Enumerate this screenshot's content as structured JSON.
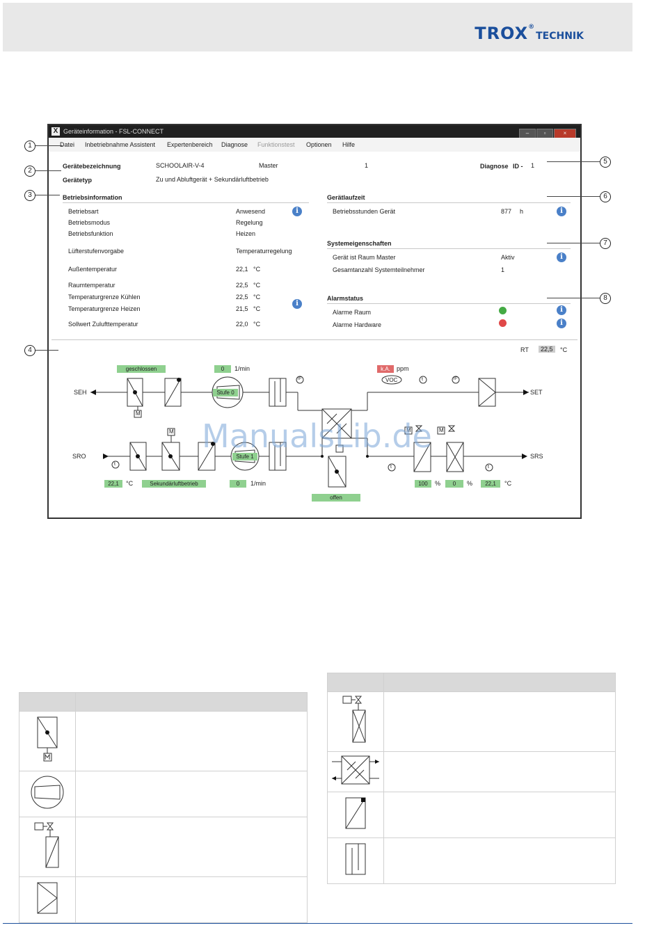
{
  "header": {
    "logo_main": "TROX",
    "logo_reg": "®",
    "logo_sub": "TECHNIK"
  },
  "window": {
    "title": "Geräteinformation - FSL-CONNECT",
    "app_icon": "X",
    "btn_min": "–",
    "btn_max": "▫",
    "btn_close": "×"
  },
  "menu": [
    "Datei",
    "Inbetriebnahme Assistent",
    "Expertenbereich",
    "Diagnose",
    "Funktionstest",
    "Optionen",
    "Hilfe"
  ],
  "device": {
    "name_label": "Gerätebezeichnung",
    "name_value": "SCHOOLAIR-V-4",
    "role": "Master",
    "role_num": "1",
    "type_label": "Gerätetyp",
    "type_value": "Zu und Abluftgerät + Sekundärluftbetrieb",
    "diag_label": "Diagnose",
    "id_label": "ID -",
    "id_value": "1"
  },
  "betrieb": {
    "title": "Betriebsinformation",
    "rows": [
      {
        "label": "Betriebsart",
        "value": "Anwesend",
        "unit": ""
      },
      {
        "label": "Betriebsmodus",
        "value": "Regelung",
        "unit": ""
      },
      {
        "label": "Betriebsfunktion",
        "value": "Heizen",
        "unit": ""
      },
      {
        "label": "Lüfterstufenvorgabe",
        "value": "Temperaturregelung",
        "unit": ""
      },
      {
        "label": "Außentemperatur",
        "value": "22,1",
        "unit": "°C"
      },
      {
        "label": "Raumtemperatur",
        "value": "22,5",
        "unit": "°C"
      },
      {
        "label": "Temperaturgrenze Kühlen",
        "value": "22,5",
        "unit": "°C"
      },
      {
        "label": "Temperaturgrenze Heizen",
        "value": "21,5",
        "unit": "°C"
      },
      {
        "label": "Sollwert Zulufttemperatur",
        "value": "22,0",
        "unit": "°C"
      }
    ]
  },
  "laufzeit": {
    "title": "Gerätlaufzeit",
    "label": "Betriebsstunden Gerät",
    "value": "877",
    "unit": "h"
  },
  "system": {
    "title": "Systemeigenschaften",
    "rows": [
      {
        "label": "Gerät ist Raum Master",
        "value": "Aktiv"
      },
      {
        "label": "Gesamtanzahl Systemteilnehmer",
        "value": "1"
      }
    ]
  },
  "alarm": {
    "title": "Alarmstatus",
    "rows": [
      {
        "label": "Alarme Raum",
        "status_color": "#44aa44"
      },
      {
        "label": "Alarme Hardware",
        "status_color": "#e04848"
      }
    ]
  },
  "schema": {
    "rt_label": "RT",
    "rt_value": "22,5",
    "rt_unit": "°C",
    "seh": "SEH",
    "set": "SET",
    "sro": "SRO",
    "srs": "SRS",
    "damper_top": "geschlossen",
    "flow_top": "0",
    "flow_unit": "1/min",
    "fan_top": "Stufe 0",
    "fan_bottom": "Stufe 1",
    "voc_value": "k.A.",
    "voc_unit": "ppm",
    "voc": "VOC",
    "sensor_t": "t",
    "sensor_rf": "rF",
    "motor": "M",
    "temp_out": "22,1",
    "mode_bottom": "Sekundärluftbetrieb",
    "flow_bottom": "0",
    "bypass": "offen",
    "valve1": "100",
    "valve2": "0",
    "pct": "%",
    "temp_supply": "22,1",
    "temp_unit": "°C"
  },
  "callouts": [
    "1",
    "2",
    "3",
    "4",
    "5",
    "6",
    "7",
    "8"
  ],
  "watermark": "ManualsLib.de"
}
